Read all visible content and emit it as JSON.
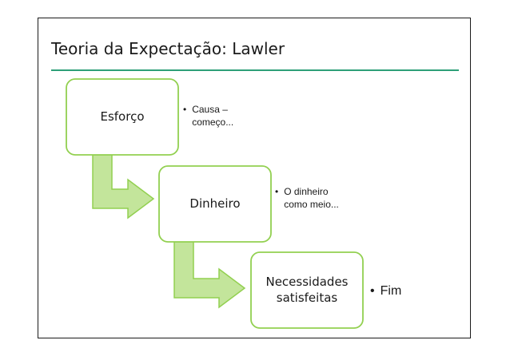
{
  "title": "Teoria da Expectação: Lawler",
  "steps": [
    {
      "label": "Esforço",
      "note": "Causa – começo..."
    },
    {
      "label": "Dinheiro",
      "note": "O dinheiro como meio..."
    },
    {
      "label": "Necessidades satisfeitas",
      "note": "Fim"
    }
  ],
  "colors": {
    "accent_line": "#2e9f78",
    "box_border": "#92d050",
    "arrow_fill": "#c3e59b",
    "arrow_stroke": "#92d050"
  }
}
